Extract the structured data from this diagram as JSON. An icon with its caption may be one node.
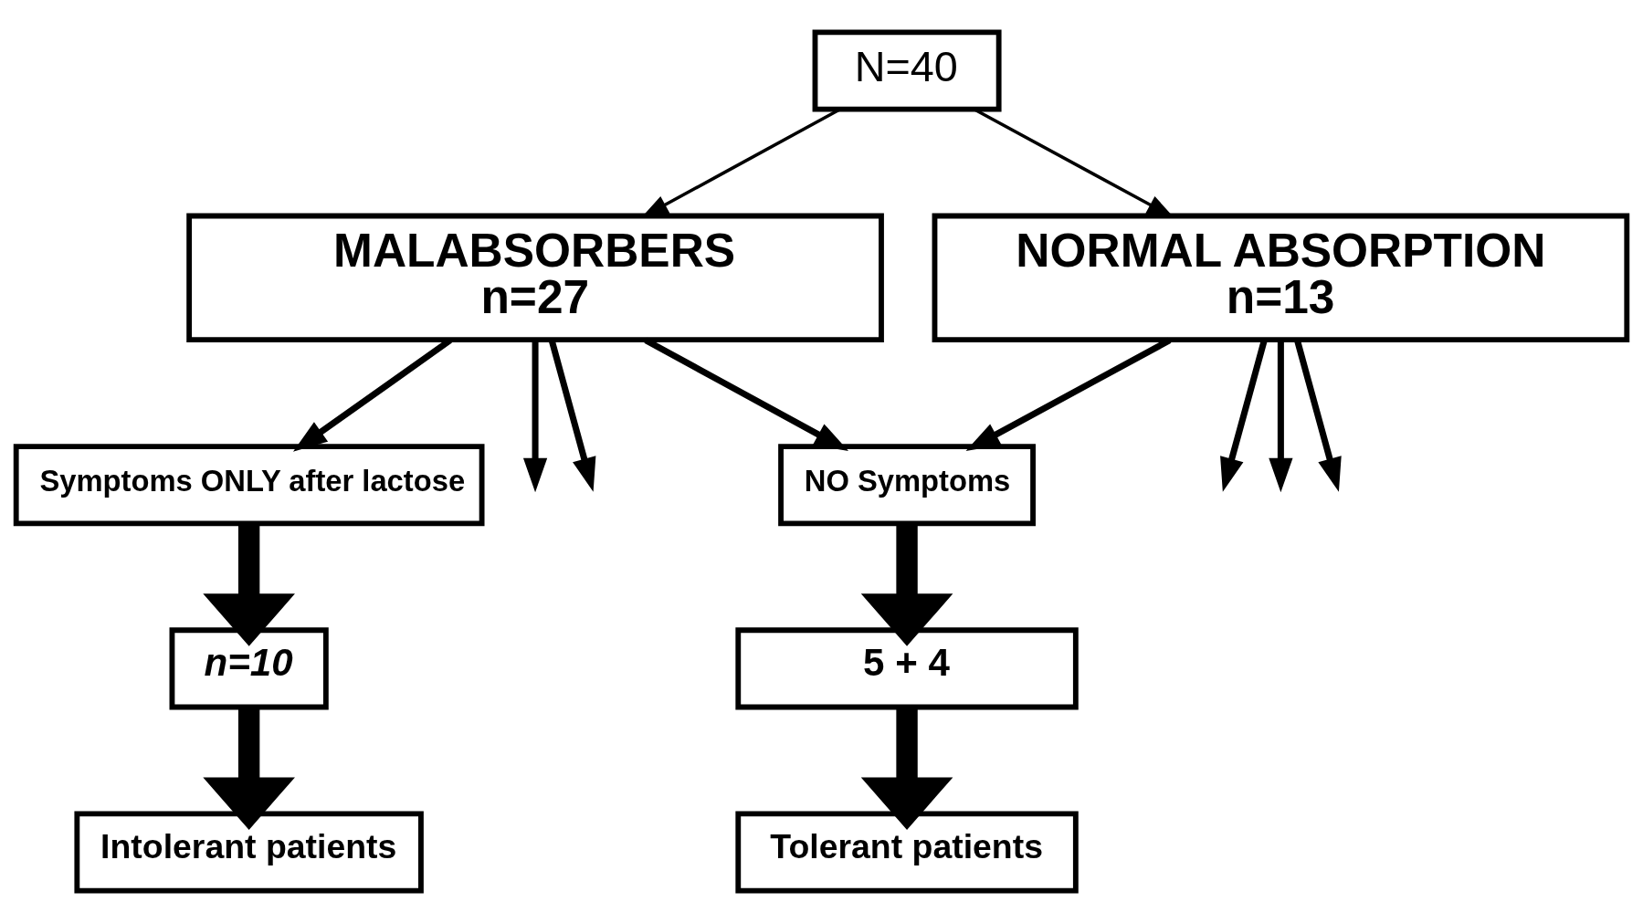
{
  "diagram": {
    "nodes": [
      {
        "text": [
          "N=40"
        ]
      },
      {
        "text": [
          "MALABSORBERS",
          "n=27"
        ]
      },
      {
        "text": [
          "NORMAL ABSORPTION",
          "n=13"
        ]
      },
      {
        "text": [
          "Symptoms ONLY after lactose"
        ]
      },
      {
        "text": [
          "NO Symptoms"
        ]
      },
      {
        "text": [
          "n=10"
        ]
      },
      {
        "text": [
          "5 + 4"
        ]
      },
      {
        "text": [
          "Intolerant patients"
        ]
      },
      {
        "text": [
          "Tolerant patients"
        ]
      }
    ],
    "edges": [
      {
        "from": 0,
        "to": 1,
        "arrow": "to"
      },
      {
        "from": 0,
        "to": 2,
        "arrow": "to"
      },
      {
        "from": 1,
        "to": 3,
        "arrow": "to"
      },
      {
        "from": 1,
        "to": null,
        "arrow": "to"
      },
      {
        "from": 1,
        "to": null,
        "arrow": "to"
      },
      {
        "from": 1,
        "to": 4,
        "arrow": "to"
      },
      {
        "from": 2,
        "to": 4,
        "arrow": "to"
      },
      {
        "from": 2,
        "to": null,
        "arrow": "to"
      },
      {
        "from": 2,
        "to": null,
        "arrow": "to"
      },
      {
        "from": 2,
        "to": null,
        "arrow": "to"
      },
      {
        "from": 3,
        "to": 5,
        "arrow": "to",
        "style": "thick"
      },
      {
        "from": 5,
        "to": 7,
        "arrow": "to",
        "style": "thick"
      },
      {
        "from": 4,
        "to": 6,
        "arrow": "to",
        "style": "thick"
      },
      {
        "from": 6,
        "to": 8,
        "arrow": "to",
        "style": "thick"
      }
    ]
  }
}
